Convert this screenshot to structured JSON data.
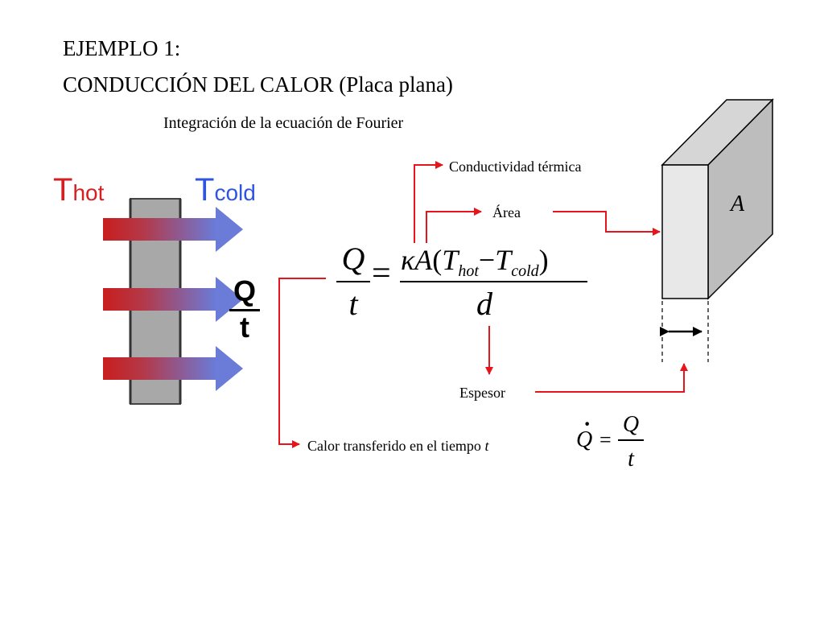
{
  "title": {
    "line1": "EJEMPLO 1:",
    "line2": "CONDUCCIÓN DEL CALOR (Placa plana)"
  },
  "subtitle": "Integración de la ecuación de Fourier",
  "left_figure": {
    "t_hot_main": "T",
    "t_hot_sub": "hot",
    "t_cold_main": "T",
    "t_cold_sub": "cold",
    "q_num": "Q",
    "q_den": "t"
  },
  "equation": {
    "numerator_left": "Q",
    "denominator_left": "t",
    "equals": "=",
    "kappa": "κ",
    "area": "A",
    "open_paren": "(",
    "t1": "T",
    "t1_sub": "hot",
    "minus": "−",
    "t2": "T",
    "t2_sub": "cold",
    "close_paren": ")",
    "denominator_right": "d"
  },
  "labels": {
    "conductividad": "Conductividad térmica",
    "area": "Área",
    "espesor": "Espesor",
    "calor_prefix": "Calor  transferido en el tiempo ",
    "calor_t": "t"
  },
  "qdot": {
    "lhs": "Q",
    "dot": "·",
    "equals": "=",
    "num": "Q",
    "den": "t"
  },
  "slab_label": "A",
  "colors": {
    "arrow_red": "#e8141c",
    "plate_gray": "#a9a9a9",
    "hot_red": "#cc1f1f",
    "cold_blue": "#3355dd",
    "fig_arrow_start": "#c81e1e",
    "fig_arrow_end": "#6a7bd8"
  }
}
